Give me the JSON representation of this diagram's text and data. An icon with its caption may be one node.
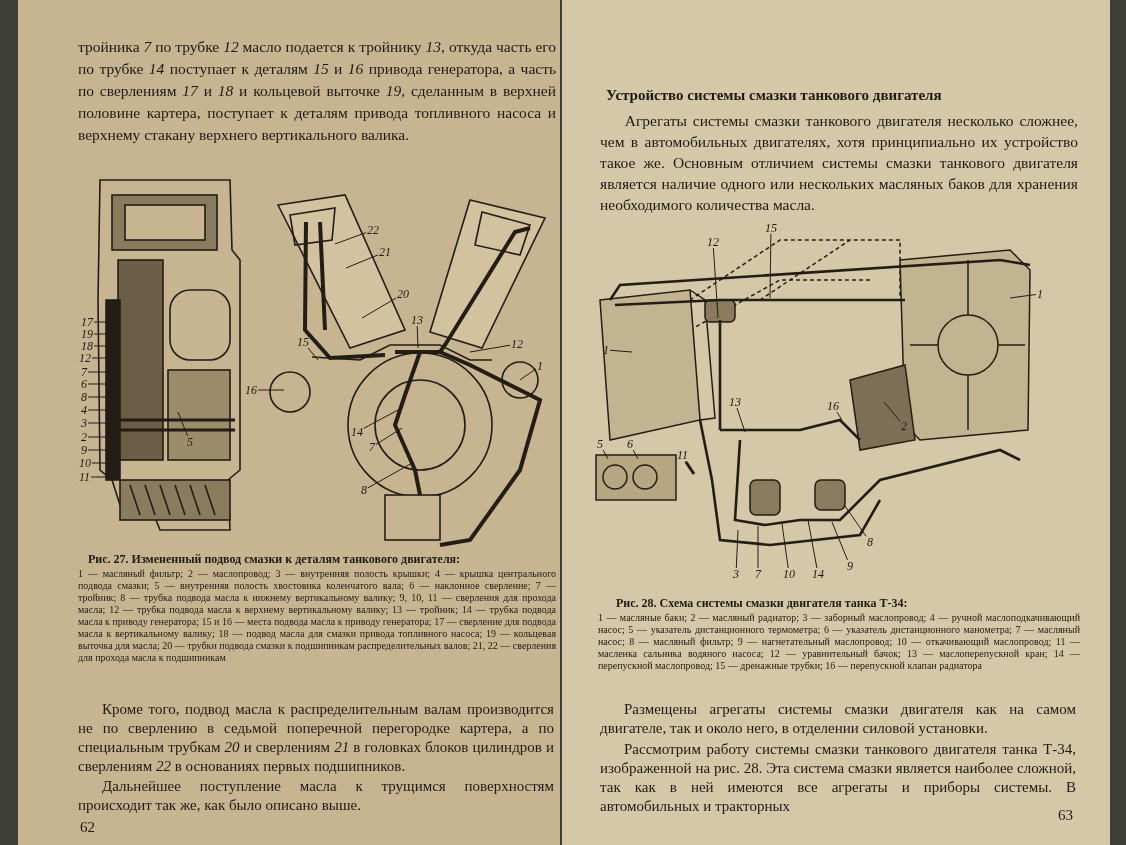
{
  "diagram": {
    "nodes": [
      {
        "text": [
          "17"
        ]
      },
      {
        "text": [
          "19"
        ]
      },
      {
        "text": [
          "18"
        ]
      },
      {
        "text": [
          "12"
        ]
      },
      {
        "text": [
          "7"
        ]
      },
      {
        "text": [
          "6"
        ]
      },
      {
        "text": [
          "8"
        ]
      },
      {
        "text": [
          "4"
        ]
      },
      {
        "text": [
          "3"
        ]
      },
      {
        "text": [
          "2"
        ]
      },
      {
        "text": [
          "9"
        ]
      },
      {
        "text": [
          "10"
        ]
      },
      {
        "text": [
          "11"
        ]
      },
      {
        "text": [
          "5"
        ]
      },
      {
        "text": [
          "22"
        ]
      },
      {
        "text": [
          "21"
        ]
      },
      {
        "text": [
          "20"
        ]
      },
      {
        "text": [
          "13"
        ]
      },
      {
        "text": [
          "15"
        ]
      },
      {
        "text": [
          "16"
        ]
      },
      {
        "text": [
          "12"
        ]
      },
      {
        "text": [
          "1"
        ]
      },
      {
        "text": [
          "14"
        ]
      },
      {
        "text": [
          "7"
        ]
      },
      {
        "text": [
          "8"
        ]
      },
      {
        "text": [
          "12"
        ]
      },
      {
        "text": [
          "15"
        ]
      },
      {
        "text": [
          "1"
        ]
      },
      {
        "text": [
          "1"
        ]
      },
      {
        "text": [
          "13"
        ]
      },
      {
        "text": [
          "16"
        ]
      },
      {
        "text": [
          "2"
        ]
      },
      {
        "text": [
          "5"
        ]
      },
      {
        "text": [
          "6"
        ]
      },
      {
        "text": [
          "11"
        ]
      },
      {
        "text": [
          "3"
        ]
      },
      {
        "text": [
          "7"
        ]
      },
      {
        "text": [
          "10"
        ]
      },
      {
        "text": [
          "14"
        ]
      },
      {
        "text": [
          "9"
        ]
      },
      {
        "text": [
          "8"
        ]
      }
    ],
    "edges": [
      {
        "from": 0,
        "to": null,
        "arrow": "none"
      },
      {
        "from": 1,
        "to": null,
        "arrow": "none"
      },
      {
        "from": 2,
        "to": null,
        "arrow": "none"
      },
      {
        "from": 3,
        "to": null,
        "arrow": "none"
      },
      {
        "from": 4,
        "to": null,
        "arrow": "none"
      },
      {
        "from": 5,
        "to": null,
        "arrow": "none"
      },
      {
        "from": 6,
        "to": null,
        "arrow": "none"
      },
      {
        "from": 7,
        "to": null,
        "arrow": "none"
      },
      {
        "from": 8,
        "to": null,
        "arrow": "none"
      },
      {
        "from": 9,
        "to": null,
        "arrow": "none"
      },
      {
        "from": 10,
        "to": null,
        "arrow": "none"
      },
      {
        "from": 11,
        "to": null,
        "arrow": "none"
      },
      {
        "from": 12,
        "to": null,
        "arrow": "none"
      },
      {
        "from": 13,
        "to": null,
        "arrow": "none"
      },
      {
        "from": 14,
        "to": null,
        "arrow": "none"
      },
      {
        "from": 15,
        "to": null,
        "arrow": "none"
      },
      {
        "from": 16,
        "to": null,
        "arrow": "none"
      },
      {
        "from": 17,
        "to": null,
        "arrow": "none"
      },
      {
        "from": 18,
        "to": null,
        "arrow": "none"
      },
      {
        "from": 19,
        "to": null,
        "arrow": "none"
      },
      {
        "from": 20,
        "to": null,
        "arrow": "none"
      },
      {
        "from": 21,
        "to": null,
        "arrow": "none"
      },
      {
        "from": 22,
        "to": null,
        "arrow": "none"
      },
      {
        "from": 23,
        "to": null,
        "arrow": "none"
      },
      {
        "from": 24,
        "to": null,
        "arrow": "none"
      },
      {
        "from": 25,
        "to": null,
        "arrow": "none"
      },
      {
        "from": 26,
        "to": null,
        "arrow": "none"
      },
      {
        "from": 27,
        "to": null,
        "arrow": "none"
      },
      {
        "from": 28,
        "to": null,
        "arrow": "none"
      },
      {
        "from": 29,
        "to": null,
        "arrow": "none"
      },
      {
        "from": 30,
        "to": null,
        "arrow": "none"
      },
      {
        "from": 31,
        "to": null,
        "arrow": "none"
      },
      {
        "from": 32,
        "to": null,
        "arrow": "none"
      },
      {
        "from": 33,
        "to": null,
        "arrow": "none"
      },
      {
        "from": 34,
        "to": null,
        "arrow": "none"
      },
      {
        "from": 35,
        "to": null,
        "arrow": "none"
      },
      {
        "from": 36,
        "to": null,
        "arrow": "none"
      },
      {
        "from": 37,
        "to": null,
        "arrow": "none"
      },
      {
        "from": 38,
        "to": null,
        "arrow": "none"
      },
      {
        "from": 39,
        "to": null,
        "arrow": "none"
      },
      {
        "from": 40,
        "to": null,
        "arrow": "none"
      }
    ],
    "labels": [
      "тройника *7* по трубке *12* масло подается к тройнику *13*, откуда часть его по трубке *14* поступает к деталям *15* и *16* привода генератора, а часть по сверлениям *17* и *18* и кольцевой выточке *19*, сделанным в верхней половине картера, поступает к деталям привода топливного насоса и верхнему стакану верхнего вертикального валика.",
      "Рис. 27. Измененный подвод смазки к деталям танкового двигателя:",
      "1 — масляный фильтр; 2 — маслопровод; 3 — внутренняя полость крышки; 4 — крышка центрального подвода смазки; 5 — внутренняя полость хвостовика коленчатого вала; 6 — наклонное сверление; 7 — тройник; 8 — трубка подвода масла к нижнему вертикальному валику; 9, 10, 11 — сверления для прохода масла; 12 — трубка подвода масла к верхнему вертикальному валику; 13 — тройник; 14 — трубка подвода масла к приводу генератора; 15 и 16 — места подвода масла к приводу генератора; 17 — сверление для подвода масла к вертикальному валику; 18 — подвод масла для смазки привода топливного насоса; 19 — кольцевая выточка для масла; 20 — трубки подвода смазки к подшипникам распределительных валов; 21, 22 — сверления для прохода масла к подшипникам",
      "Кроме того, подвод масла к распределительным валам производится не по сверлению в седьмой поперечной перегородке картера, а по специальным трубкам *20* и сверлениям *21* в головках блоков цилиндров и сверлениям *22* в основаниях первых подшипников.",
      "Дальнейшее поступление масла к трущимся поверхностям происходит так же, как было описано выше.",
      "62",
      "Устройство системы смазки танкового двигателя",
      "Агрегаты системы смазки танкового двигателя несколько сложнее, чем в автомобильных двигателях, хотя принципиально их устройство такое же. Основным отличием системы смазки танкового двигателя является наличие одного или нескольких масляных баков для хранения необходимого количества масла.",
      "Рис. 28. Схема системы смазки двигателя танка Т-34:",
      "1 — масляные баки; 2 — масляный радиатор; 3 — заборный маслопровод; 4 — ручной маслоподкачивающий насос; 5 — указатель дистанционного термометра; 6 — указатель дистанционного манометра; 7 — масляный насос; 8 — масляный фильтр; 9 — нагнетательный маслопровод; 10 — откачивающий маслопровод; 11 — масленка сальника водяного насоса; 12 — уравнительный бачок; 13 — маслоперепускной кран; 14 — перепускной маслопровод; 15 — дренажные трубки; 16 — перепускной клапан радиатора",
      "Размещены агрегаты системы смазки двигателя как на самом двигателе, так и около него, в отделении силовой установки.",
      "Рассмотрим работу системы смазки танкового двигателя танка Т-34, изображенной на рис. 28. Эта система смазки является наиболее сложной, так как в ней имеются все агрегаты и приборы системы. В автомобильных и тракторных",
      "63"
    ]
  }
}
